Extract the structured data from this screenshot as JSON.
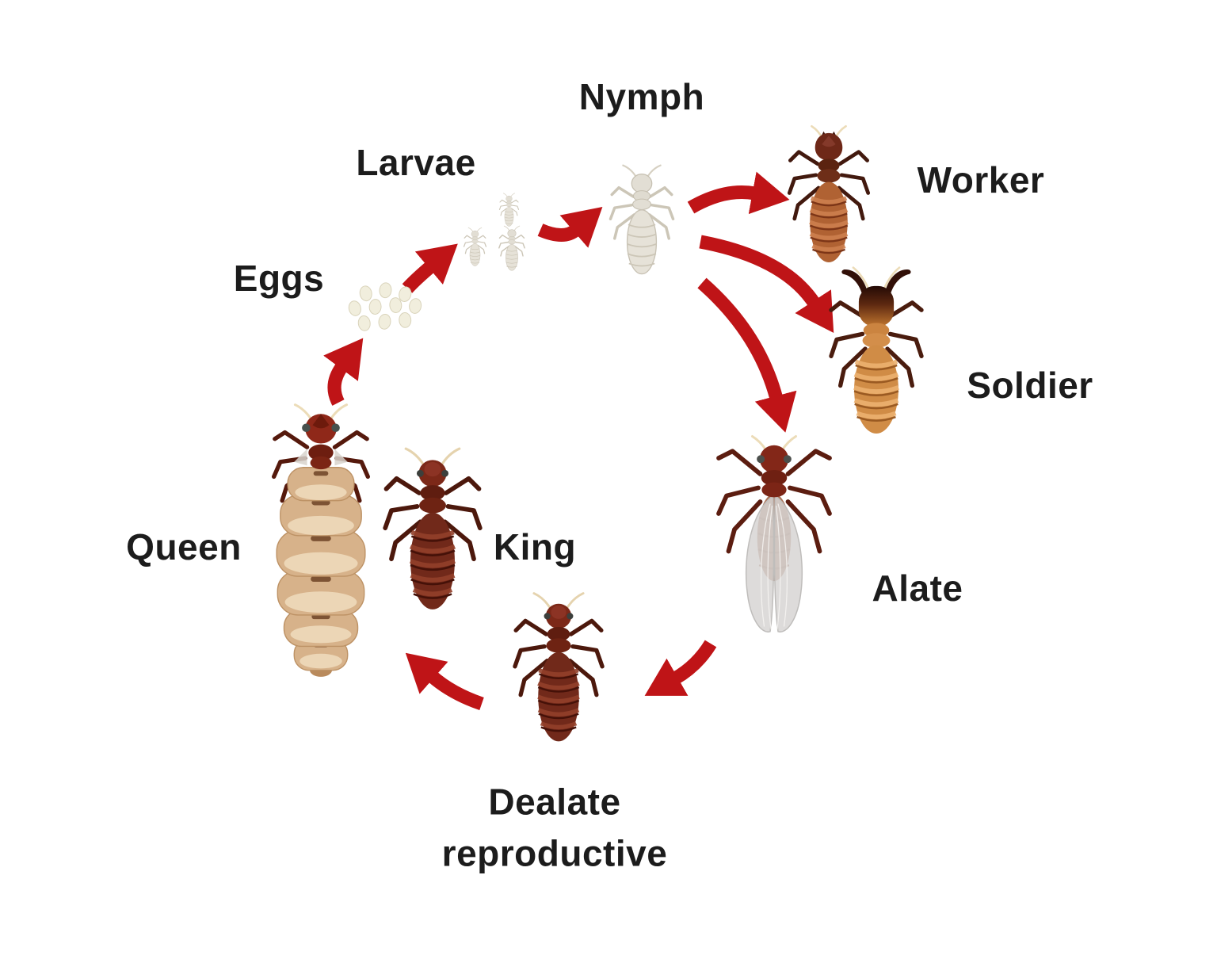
{
  "diagram": {
    "background_color": "#ffffff",
    "text_color": "#1c1c1c",
    "arrow_color": "#bf1417",
    "palette": {
      "egg_cream": "#f1eedd",
      "pale_termite": "#e4e0d6",
      "worker_body": "#b06233",
      "soldier_body": "#d08c46",
      "dark_head": "#2b0d06",
      "maroon_termite": "#71291a",
      "alate_wing_gray": "#d7d5d3",
      "queen_abdomen_tan": "#d7b28a"
    }
  },
  "stages": [
    {
      "id": "eggs",
      "label": "Eggs"
    },
    {
      "id": "larvae",
      "label": "Larvae"
    },
    {
      "id": "nymph",
      "label": "Nymph"
    },
    {
      "id": "worker",
      "label": "Worker"
    },
    {
      "id": "soldier",
      "label": "Soldier"
    },
    {
      "id": "alate",
      "label": "Alate"
    },
    {
      "id": "dealate-reproductive",
      "label_line1": "Dealate",
      "label_line2": "reproductive"
    },
    {
      "id": "king",
      "label": "King"
    },
    {
      "id": "queen",
      "label": "Queen"
    }
  ],
  "transitions": [
    {
      "from": "queen",
      "to": "eggs"
    },
    {
      "from": "eggs",
      "to": "larvae"
    },
    {
      "from": "larvae",
      "to": "nymph"
    },
    {
      "from": "nymph",
      "to": "worker"
    },
    {
      "from": "nymph",
      "to": "soldier"
    },
    {
      "from": "nymph",
      "to": "alate"
    },
    {
      "from": "alate",
      "to": "dealate-reproductive"
    },
    {
      "from": "dealate-reproductive",
      "to": "queen"
    }
  ]
}
